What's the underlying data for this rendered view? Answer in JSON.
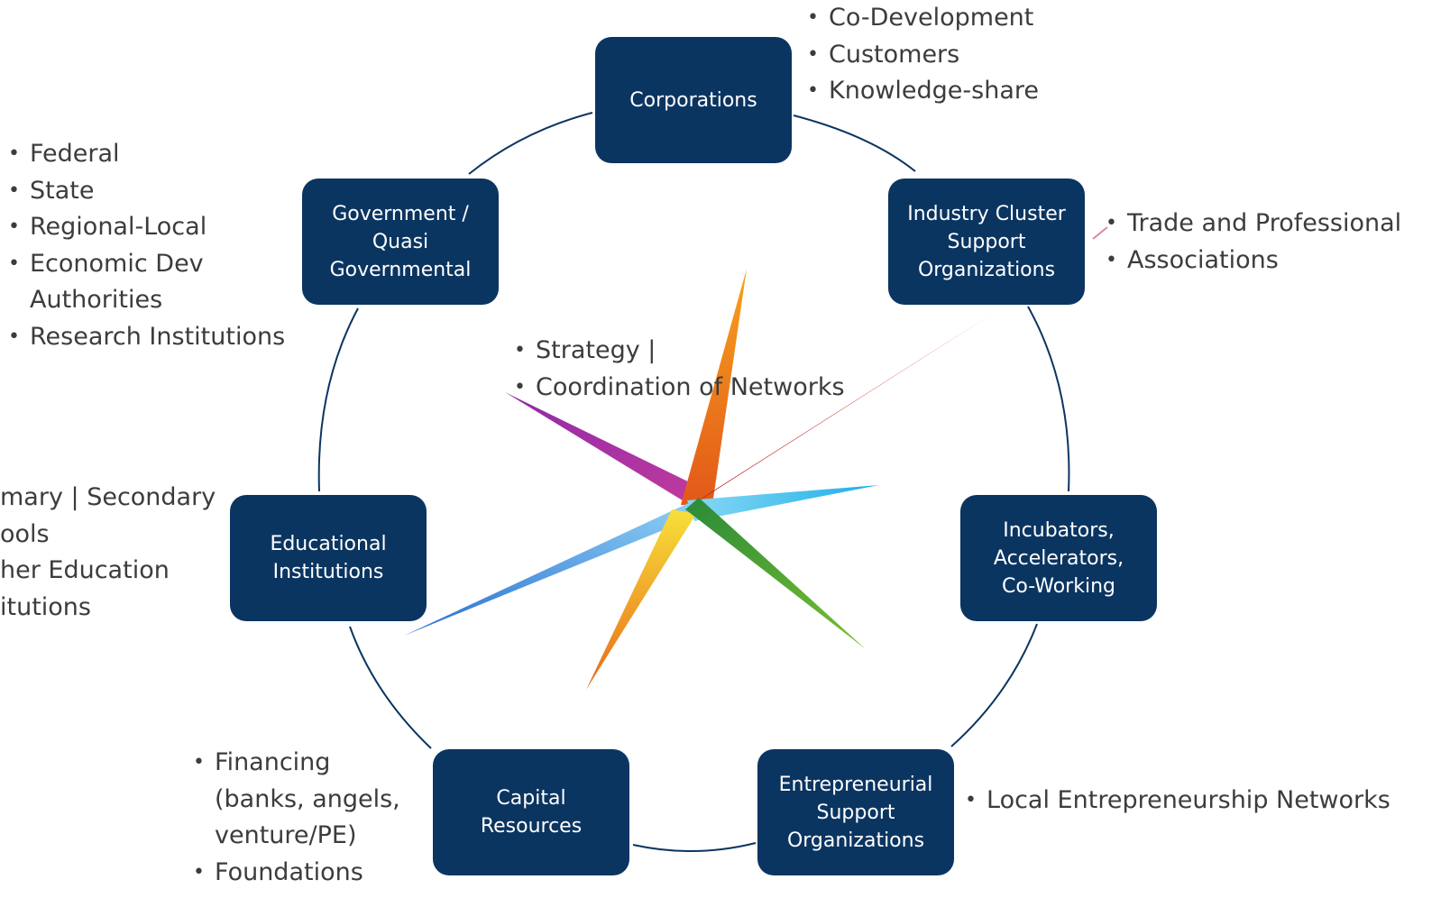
{
  "nodes": {
    "corporations": "Corporations",
    "industry_cluster": "Industry Cluster\nSupport\nOrganizations",
    "incubators": "Incubators,\nAccelerators,\nCo-Working",
    "entrepreneurial": "Entrepreneurial\nSupport\nOrganizations",
    "capital": "Capital\nResources",
    "educational": "Educational\nInstitutions",
    "government": "Government /\nQuasi\nGovernmental"
  },
  "bullets": {
    "corporations": [
      "Co-Development",
      "Customers",
      "Knowledge-share"
    ],
    "industry_cluster": [
      "Trade and Professional",
      "Associations"
    ],
    "entrepreneurial": [
      "Local Entrepreneurship Networks"
    ],
    "capital": [
      "Financing",
      "(banks, angels,",
      "venture/PE)",
      "Foundations"
    ],
    "educational": [
      "mary | Secondary",
      "ools",
      "her Education",
      "itutions"
    ],
    "government": [
      "Federal",
      "State",
      "Regional-Local",
      "Economic Dev",
      "Authorities",
      "Research Institutions"
    ],
    "center": [
      "Strategy |",
      "Coordination of Networks"
    ]
  },
  "colors": {
    "node_fill": "#0b3561",
    "ring": "#0b3561",
    "text": "#3c3c3c",
    "star_purple": "#8e2aa8",
    "star_orange": "#f07d1a",
    "star_red": "#d81e1e",
    "star_cyan": "#1aa8e0",
    "star_blue": "#3a7fd6",
    "star_yellow": "#f5c21a",
    "star_green": "#5aa83a"
  }
}
